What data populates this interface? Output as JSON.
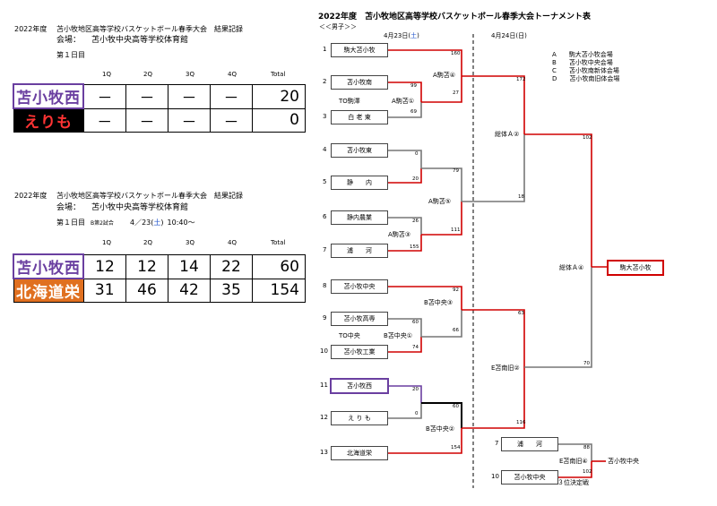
{
  "left": {
    "block1": {
      "year": "2022年度",
      "event": "苫小牧地区高等学校バスケットボール春季大会　結果記録",
      "venue_label": "会場：",
      "venue": "苫小牧中央高等学校体育館",
      "day": "第１日目",
      "headers": [
        "1Q",
        "2Q",
        "3Q",
        "4Q",
        "Total"
      ],
      "rows": [
        {
          "team": "苫小牧西",
          "q": [
            "－",
            "－",
            "－",
            "－"
          ],
          "total": "20",
          "team_color": "#6a3fa0",
          "text_color": "#ffffff"
        },
        {
          "team": "えりも",
          "q": [
            "－",
            "－",
            "－",
            "－"
          ],
          "total": "0",
          "team_color": "#000000",
          "text_color": "#ff3333"
        }
      ]
    },
    "block2": {
      "year": "2022年度",
      "event": "苫小牧地区高等学校バスケットボール春季大会　結果記録",
      "venue_label": "会場：",
      "venue": "苫小牧中央高等学校体育館",
      "day": "第１日目",
      "match": "B第2試合",
      "date": "4／23(",
      "weekday": "土",
      "date_end": ")",
      "time": "10:40～",
      "headers": [
        "1Q",
        "2Q",
        "3Q",
        "4Q",
        "Total"
      ],
      "rows": [
        {
          "team": "苫小牧西",
          "q": [
            "12",
            "12",
            "14",
            "22"
          ],
          "total": "60",
          "team_color": "#6a3fa0",
          "text_color": "#ffffff"
        },
        {
          "team": "北海道栄",
          "q": [
            "31",
            "46",
            "42",
            "35"
          ],
          "total": "154",
          "team_color": "#e07020",
          "text_color": "#ffffff"
        }
      ]
    }
  },
  "bracket": {
    "title": "2022年度　苫小牧地区高等学校バスケットボール春季大会トーナメント表",
    "subtitle": "＜＜男子＞＞",
    "day1": {
      "pre": "4月23日(",
      "wd": "土",
      "post": ")"
    },
    "day2": "4月24日(日)",
    "legend": [
      {
        "k": "A",
        "v": "駒大苫小牧会場"
      },
      {
        "k": "B",
        "v": "苫小牧中央会場"
      },
      {
        "k": "C",
        "v": "苫小牧南新体会場"
      },
      {
        "k": "D",
        "v": "苫小牧南旧体会場"
      }
    ],
    "teams": [
      {
        "n": "1",
        "name": "駒大苫小牧"
      },
      {
        "n": "2",
        "name": "苫小牧南"
      },
      {
        "n": "3",
        "name": "白 老 東"
      },
      {
        "n": "4",
        "name": "苫小牧東"
      },
      {
        "n": "5",
        "name": "静　　内"
      },
      {
        "n": "6",
        "name": "静内農業"
      },
      {
        "n": "7",
        "name": "浦　　河"
      },
      {
        "n": "8",
        "name": "苫小牧中央"
      },
      {
        "n": "9",
        "name": "苫小牧高専"
      },
      {
        "n": "10",
        "name": "苫小牧工業"
      },
      {
        "n": "11",
        "name": "苫小牧西"
      },
      {
        "n": "12",
        "name": "え り も"
      },
      {
        "n": "13",
        "name": "北海道栄"
      }
    ],
    "consolation": [
      {
        "n": "7",
        "name": "浦　　河"
      },
      {
        "n": "10",
        "name": "苫小牧中央"
      }
    ],
    "winner": "駒大苫小牧",
    "games": {
      "a1": "A駒苫①",
      "a3": "A駒苫③",
      "a4": "A駒苫④",
      "a5": "A駒苫⑤",
      "to_koma": "TO駒澤",
      "to_chuo": "TO中央",
      "b1": "B苫中央①",
      "b2": "B苫中央②",
      "b3": "B苫中央③",
      "sa2": "総体Ａ②",
      "sa4": "総体Ａ④",
      "e2": "E苫南旧②",
      "e4": "E苫南旧④",
      "third": "３位決定戦",
      "third_winner": "苫小牧中央"
    },
    "scores": {
      "s160": "160",
      "s99": "99",
      "s27": "27",
      "s69": "69",
      "s172": "172",
      "s0a": "0",
      "s20a": "20",
      "s79": "79",
      "s18": "18",
      "s102": "102",
      "s26": "26",
      "s155": "155",
      "s111": "111",
      "s92": "92",
      "s60a": "60",
      "s74": "74",
      "s66": "66",
      "s63": "63",
      "s20b": "20",
      "s0b": "0",
      "s60b": "60",
      "s154": "154",
      "s116": "116",
      "s70": "70",
      "s88": "88",
      "s102b": "102"
    }
  }
}
